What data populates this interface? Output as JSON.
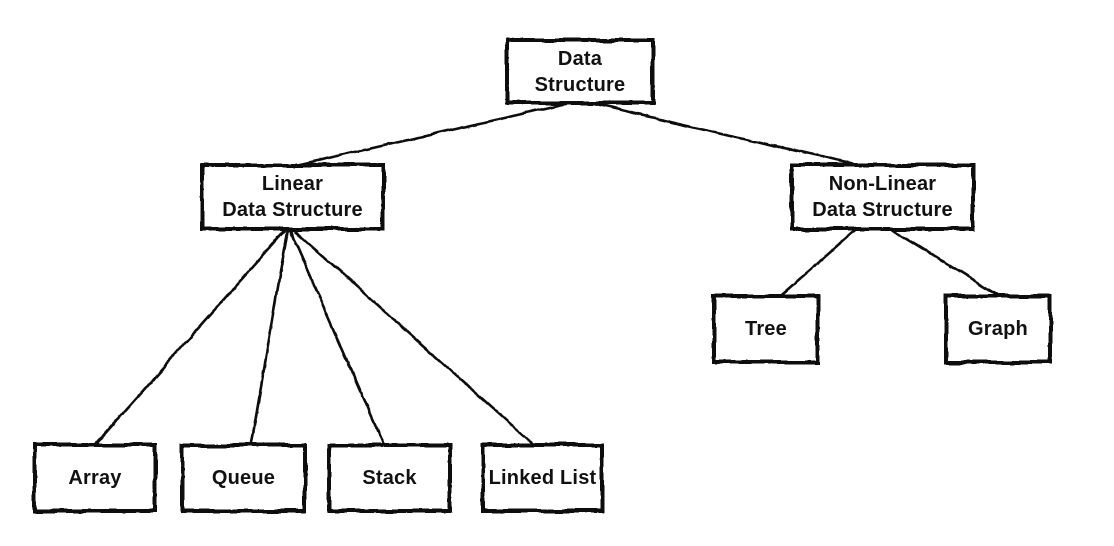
{
  "diagram": {
    "name": "Data structure classification tree",
    "colors": {
      "stroke": "#111111",
      "node_fill": "#ffffff",
      "background": "#ffffff",
      "text": "#111111"
    },
    "nodes": [
      {
        "id": "data-structure",
        "lines": [
          "Data",
          "Structure"
        ]
      },
      {
        "id": "linear-data-structure",
        "lines": [
          "Linear",
          "Data Structure"
        ]
      },
      {
        "id": "non-linear-data-structure",
        "lines": [
          "Non-Linear",
          "Data Structure"
        ]
      },
      {
        "id": "tree",
        "lines": [
          "Tree"
        ]
      },
      {
        "id": "graph",
        "lines": [
          "Graph"
        ]
      },
      {
        "id": "array",
        "lines": [
          "Array"
        ]
      },
      {
        "id": "queue",
        "lines": [
          "Queue"
        ]
      },
      {
        "id": "stack",
        "lines": [
          "Stack"
        ]
      },
      {
        "id": "linked-list",
        "lines": [
          "Linked List"
        ]
      }
    ],
    "edges": [
      {
        "from": "data-structure",
        "to": "linear-data-structure"
      },
      {
        "from": "data-structure",
        "to": "non-linear-data-structure"
      },
      {
        "from": "linear-data-structure",
        "to": "array"
      },
      {
        "from": "linear-data-structure",
        "to": "queue"
      },
      {
        "from": "linear-data-structure",
        "to": "stack"
      },
      {
        "from": "linear-data-structure",
        "to": "linked-list"
      },
      {
        "from": "non-linear-data-structure",
        "to": "tree"
      },
      {
        "from": "non-linear-data-structure",
        "to": "graph"
      }
    ]
  }
}
